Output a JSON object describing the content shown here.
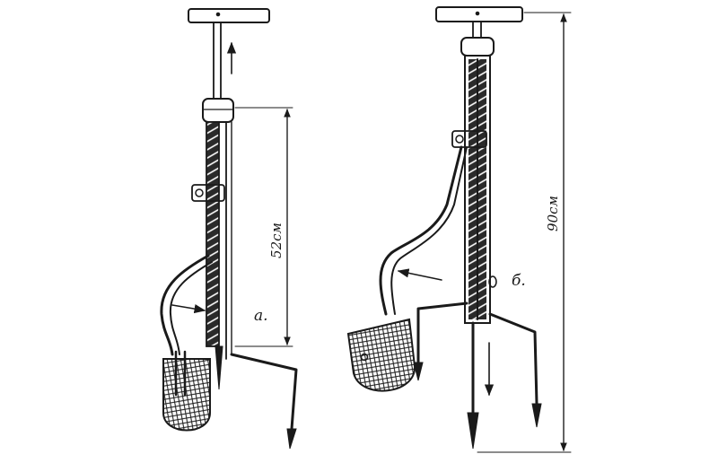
{
  "figure": {
    "tool_a": {
      "letter": "а.",
      "dimension": "52см"
    },
    "tool_b": {
      "letter": "б.",
      "dimension": "90см"
    }
  }
}
